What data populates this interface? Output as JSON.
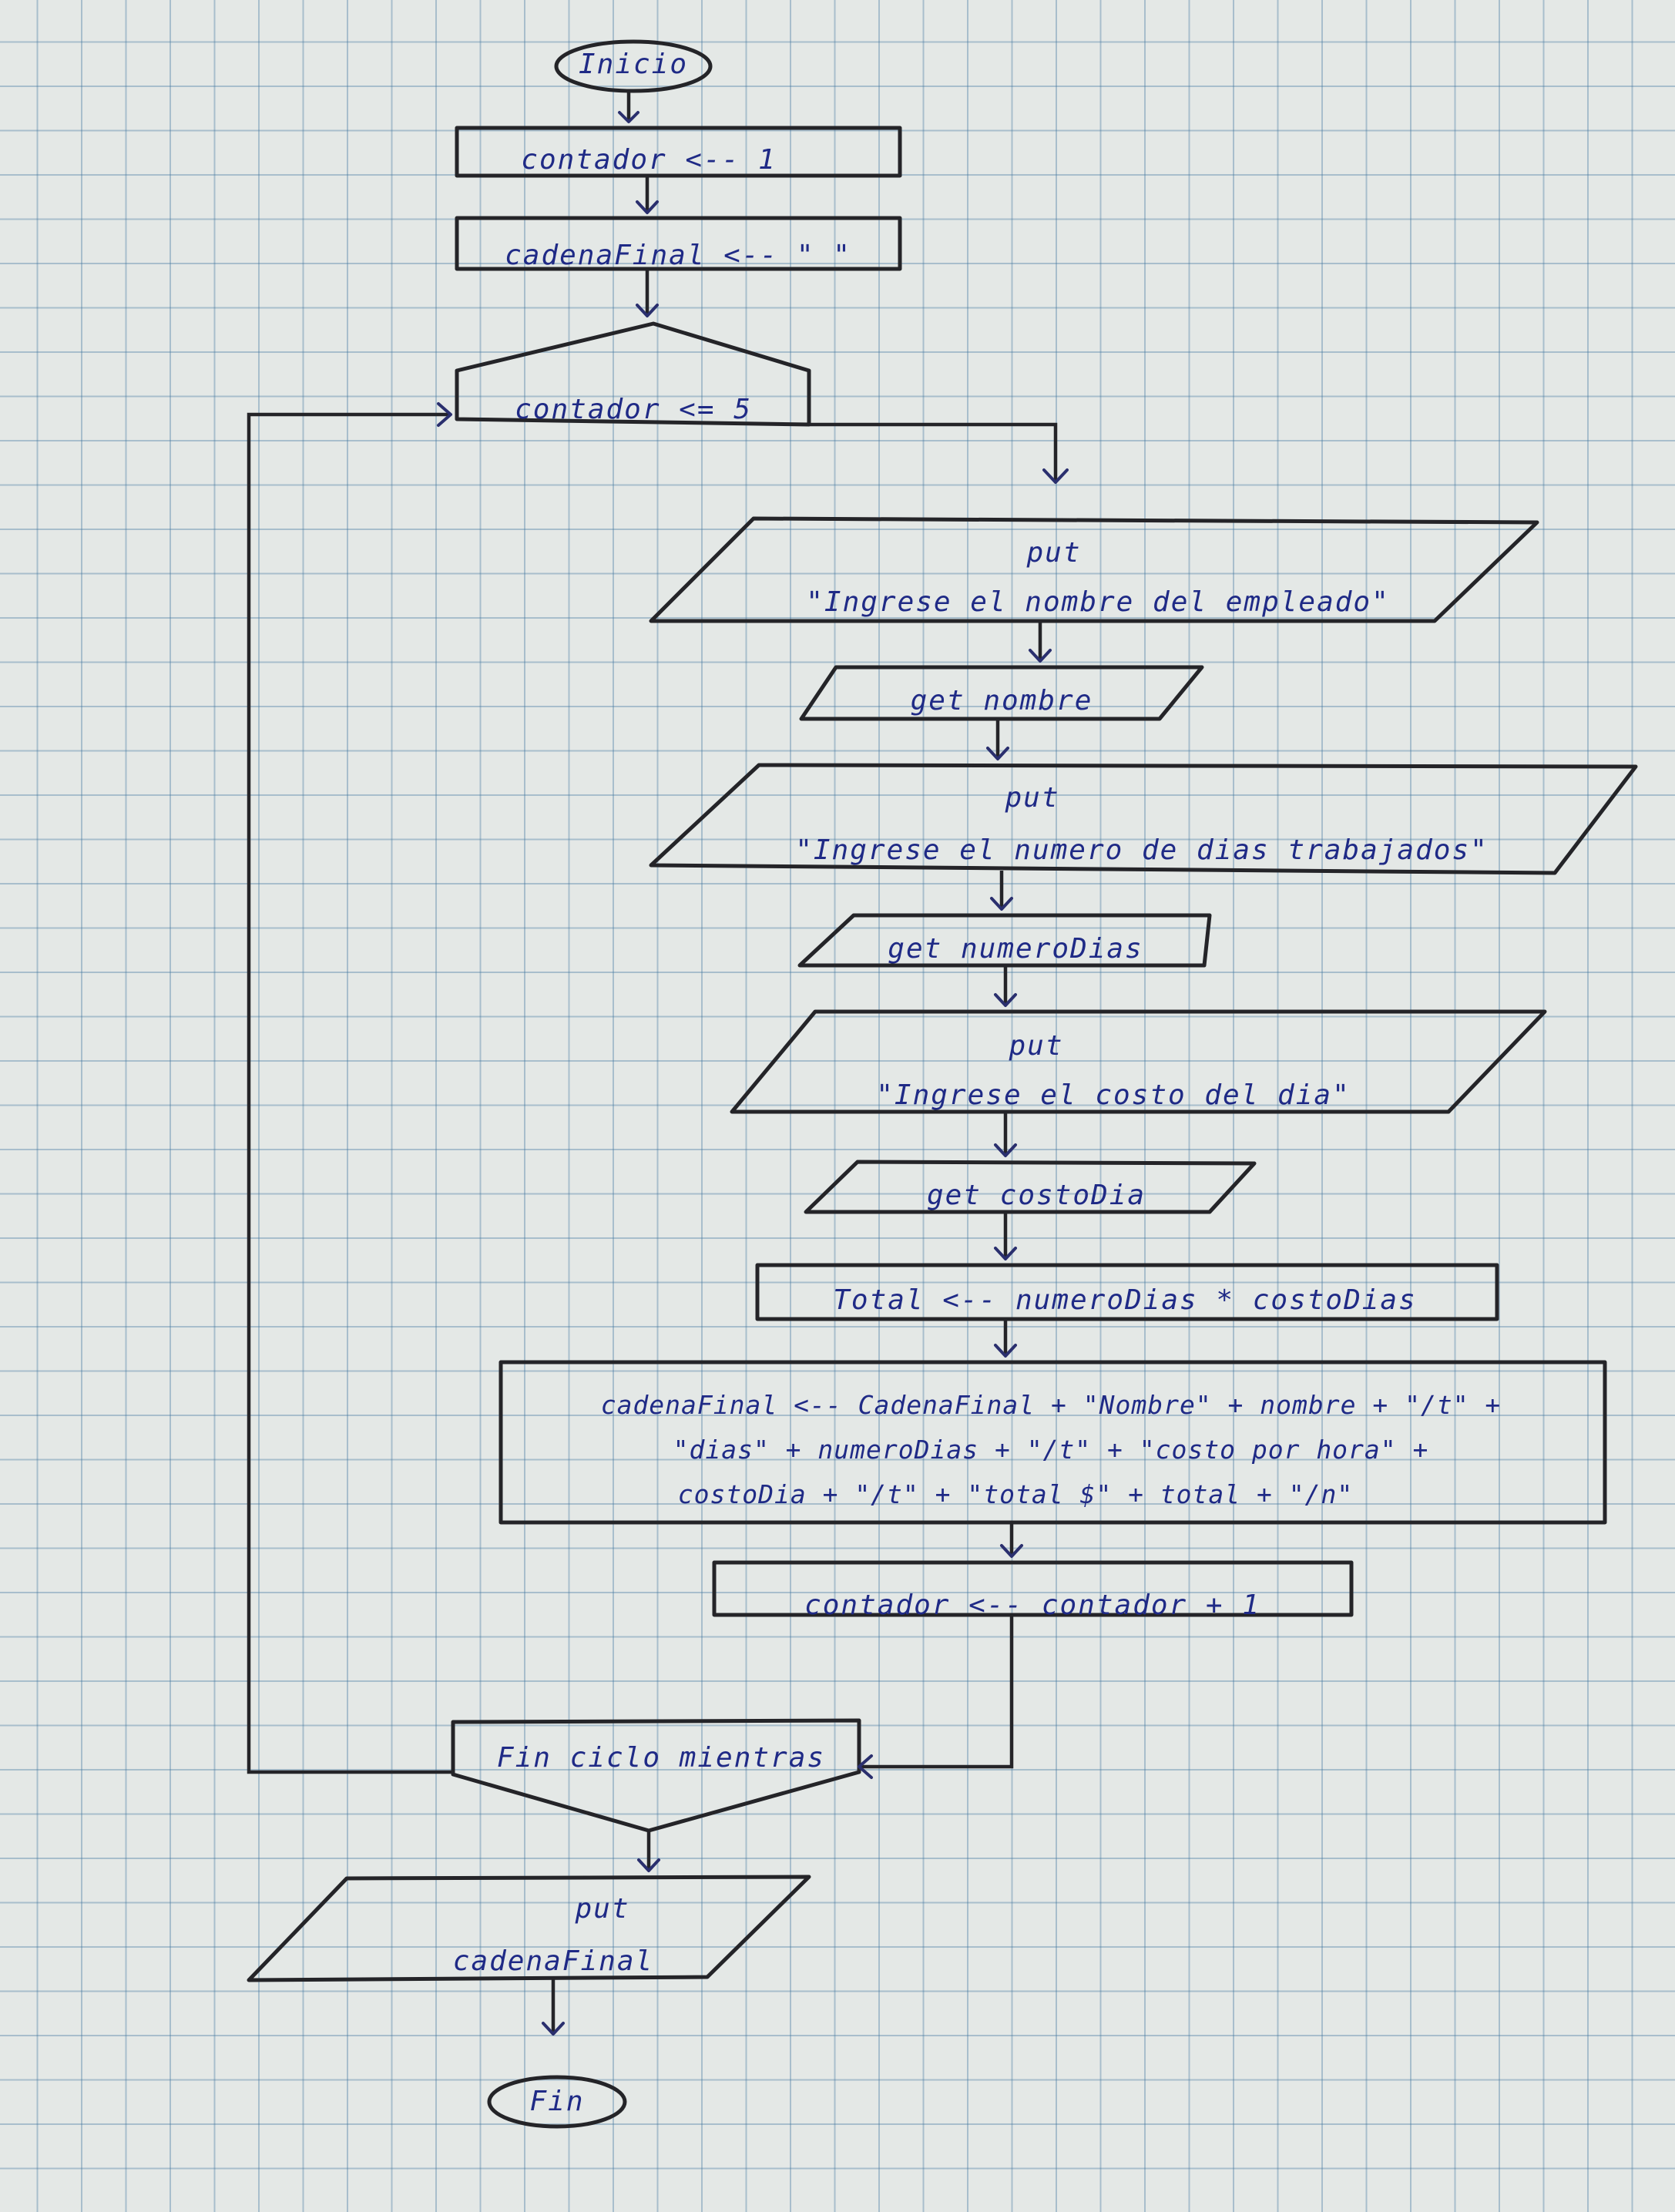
{
  "nodes": {
    "start": "Inicio",
    "init_counter": "contador <-- 1",
    "init_string": "cadenaFinal <-- \" \"",
    "loop_condition": "contador <= 5",
    "put_name_keyword": "put",
    "put_name_text": "\"Ingrese el nombre del empleado\"",
    "get_name": "get nombre",
    "put_days_keyword": "put",
    "put_days_text": "\"Ingrese el numero de dias trabajados\"",
    "get_days": "get numeroDias",
    "put_cost_keyword": "put",
    "put_cost_text": "\"Ingrese el costo del dia\"",
    "get_cost": "get costoDia",
    "calc_total": "Total <-- numeroDias * costoDias",
    "concat_line1": "cadenaFinal <-- CadenaFinal + \"Nombre\" + nombre + \"/t\" +",
    "concat_line2": "\"dias\" + numeroDias + \"/t\" + \"costo por hora\" +",
    "concat_line3": "costoDia + \"/t\" + \"total $\" + total + \"/n\"",
    "increment": "contador <-- contador + 1",
    "loop_end": "Fin ciclo mientras",
    "put_final_keyword": "put",
    "put_final_text": "cadenaFinal",
    "end": "Fin"
  },
  "colors": {
    "ink": "#1f2a86",
    "stroke": "#242428",
    "paper": "#e4e8e6",
    "grid": "#4678a0"
  }
}
